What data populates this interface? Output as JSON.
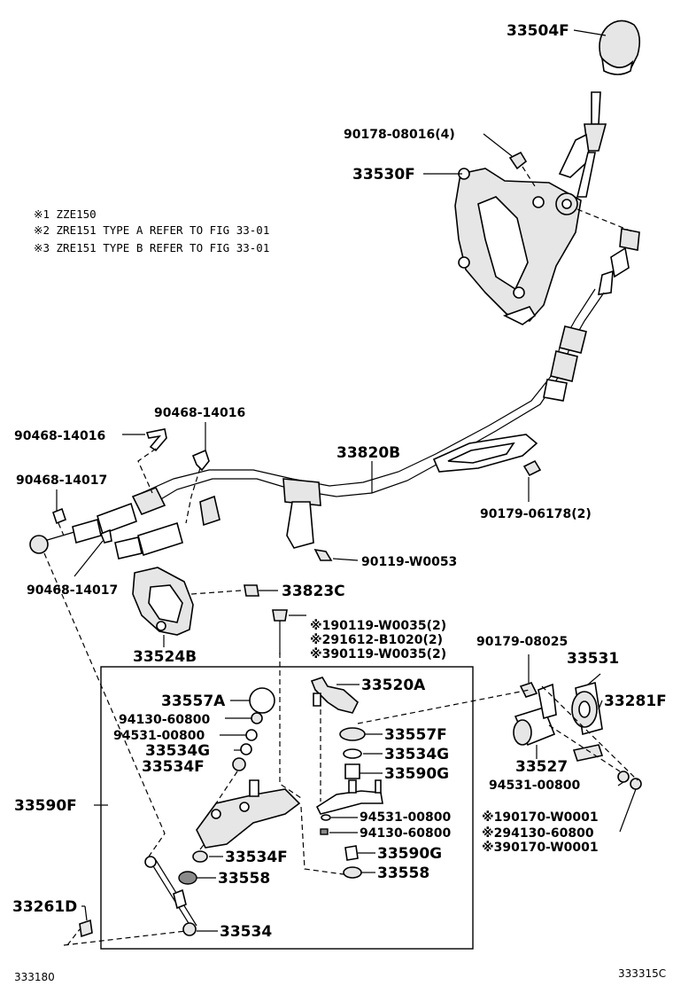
{
  "notes": [
    "※1 ZZE150",
    "※2 ZRE151 TYPE A REFER TO FIG 33-01",
    "※3 ZRE151 TYPE B REFER TO FIG 33-01"
  ],
  "labels": {
    "shift_knob": "33504F",
    "bolt_upper": "90178-08016(4)",
    "shift_lever_housing": "33530F",
    "clip_upper_right": "90468-14016",
    "clip_upper_left": "90468-14016",
    "shift_cable": "33820B",
    "clip_mid_left": "90468-14017",
    "clip_lower_left": "90468-14017",
    "nut_cable_bracket": "90179-06178(2)",
    "bolt_cable_bracket": "90119-W0053",
    "bolt_cable_clamp": "33823C",
    "cable_bracket": "33524B",
    "bolt_variant_1": "※190119-W0035(2)",
    "bolt_variant_2": "※291612-B1020(2)",
    "bolt_variant_3": "※390119-W0035(2)",
    "nut_shift_lever": "90179-08025",
    "lever_sub_1": "33531",
    "cushion": "33557A",
    "shift_lever_sub": "33520A",
    "bushing_right": "33281F",
    "nut_small": "94130-60800",
    "washer_small": "94531-00800",
    "bushing_33557F": "33557F",
    "bushing_33534G_left": "33534G",
    "bushing_33534G_right": "33534G",
    "bushing_33534F_left": "33534F",
    "bushing_33590G_upper": "33590G",
    "shift_lever_link": "33527",
    "washer_right": "94531-00800",
    "lever_assembly": "33590F",
    "washer_lower_mid": "94531-00800",
    "nut_lower_mid": "94130-60800",
    "nut_variant_1": "※190170-W0001",
    "nut_variant_2": "※294130-60800",
    "nut_variant_3": "※390170-W0001",
    "bushing_33534F_lower": "33534F",
    "bushing_33590G_lower": "33590G",
    "bushing_33558_left": "33558",
    "bushing_33558_right": "33558",
    "retainer": "33261D",
    "link_rod": "33534"
  },
  "footer": {
    "left_code": "333180",
    "right_code": "333315C"
  }
}
